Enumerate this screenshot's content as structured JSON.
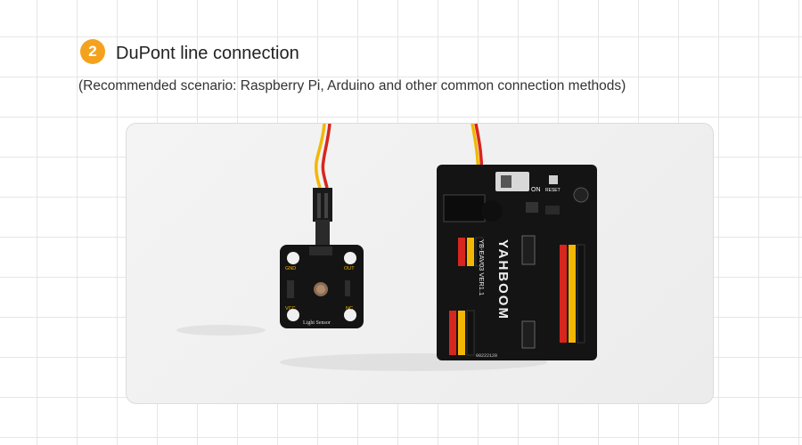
{
  "header": {
    "step_number": "2",
    "title": "DuPont line connection",
    "subtitle": "(Recommended scenario: Raspberry Pi, Arduino and other common connection methods)"
  },
  "photo": {
    "sensor": {
      "label": "Light Sensor",
      "pin_gnd": "GND",
      "pin_out": "OUT",
      "pin_vcc": "VCC",
      "pin_nc": "NC"
    },
    "board": {
      "brand": "YAHBOOM",
      "model": "YB-EAV03 VER1.1",
      "switch_label": "ON",
      "reset_label": "RESET",
      "serial": "00222120"
    },
    "colors": {
      "wire_red": "#d7261e",
      "wire_yellow": "#f2b705",
      "pcb": "#141414",
      "accent": "#f4a21e"
    }
  }
}
